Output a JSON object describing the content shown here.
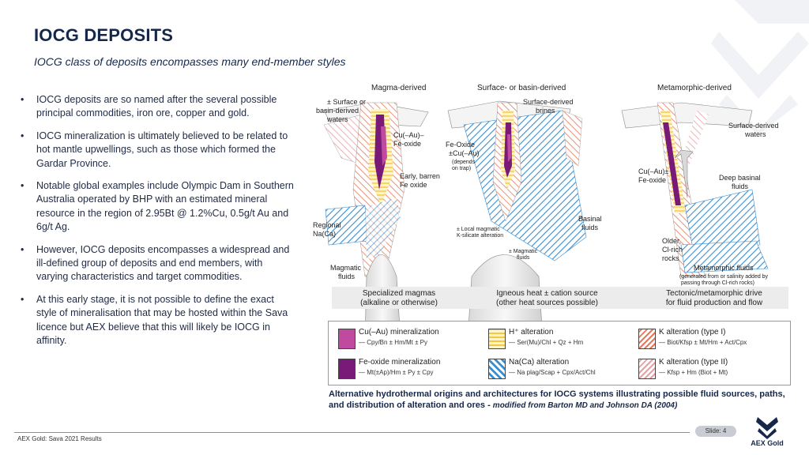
{
  "header": {
    "title": "IOCG DEPOSITS",
    "subtitle": "IOCG class of deposits encompasses many end-member styles"
  },
  "bullets": [
    "IOCG deposits are so named after the several possible principal commodities, iron ore, copper and gold.",
    "IOCG mineralization is ultimately believed to be related to hot mantle upwellings, such as those which formed the Gardar Province.",
    "Notable global examples include Olympic Dam in Southern Australia operated by BHP with an estimated mineral resource in the region of 2.95Bt @ 1.2%Cu, 0.5g/t Au and 6g/t Ag.",
    "However, IOCG deposits encompasses a widespread and ill-defined group of deposits and end members, with varying characteristics and target commodities.",
    "At this early stage, it is not possible to define the exact style of mineralisation that may be hosted within the Sava licence but AEX believe that this will likely be IOCG in affinity."
  ],
  "figure": {
    "panels": [
      {
        "title": "Magma-derived",
        "labels": [
          "± Surface or",
          "basin-derived",
          "waters",
          "Cu(–Au)–",
          "Fe-oxide",
          "Early, barren",
          "Fe oxide",
          "Regional",
          "Na(Ca)",
          "Magmatic",
          "fluids"
        ],
        "caption_lines": [
          "Specialized magmas",
          "(alkaline or otherwise)"
        ]
      },
      {
        "title": "Surface- or basin-derived",
        "labels": [
          "Surface-derived",
          "brines",
          "Fe-Oxide",
          "±Cu(–Au)",
          "(depends",
          "on trap)",
          "± Local magmatic",
          "K-silicate alteration",
          "± Magmatic",
          "fluids",
          "Basinal",
          "fluids"
        ],
        "caption_lines": [
          "Igneous heat ± cation source",
          "(other heat sources possible)"
        ]
      },
      {
        "title": "Metamorphic-derived",
        "labels": [
          "Surface-derived",
          "waters",
          "Cu(–Au)±",
          "Fe-oxide",
          "Deep basinal",
          "fluids",
          "Older,",
          "Cl-rich",
          "rocks",
          "Metamorphic fluids",
          "(generated from or salinity added by",
          "passing through Cl-rich rocks)"
        ],
        "caption_lines": [
          "Tectonic/metamorphic drive",
          "for fluid production and flow"
        ]
      }
    ]
  },
  "legend": [
    {
      "name": "Cu(–Au) mineralization",
      "desc": "— Cpy/Bn ± Hm/Mt ± Py",
      "swatch": "cu-au",
      "color": "#c04aa0"
    },
    {
      "name": "H⁺ alteration",
      "desc": "— Ser(Mu)/Chl + Qz + Hm",
      "swatch": "h-alteration",
      "color": "#f4c842"
    },
    {
      "name": "K alteration (type I)",
      "desc": "— Biot/Kfsp ± Mt/Hm + Act/Cpx",
      "swatch": "k-type1",
      "color": "#e8785a"
    },
    {
      "name": "Fe-oxide mineralization",
      "desc": "— Mt(±Ap)/Hm ± Py ± Cpy",
      "swatch": "fe-oxide",
      "color": "#7a1a78"
    },
    {
      "name": "Na(Ca) alteration",
      "desc": "— Na plag/Scap + Cpx/Act/Chl",
      "swatch": "na-ca",
      "color": "#3a8ed0"
    },
    {
      "name": "K alteration (type II)",
      "desc": "— Kfsp + Hm (Biot + Mt)",
      "swatch": "k-type2",
      "color": "#e7a0a6"
    }
  ],
  "figure_caption": {
    "main": "Alternative hydrothermal origins and architectures for IOCG systems illustrating possible fluid sources, paths, and distribution of alteration and ores - ",
    "credit": "modified from Barton MD and Johnson DA (2004)"
  },
  "footer": {
    "left_text": "AEX Gold: Sava 2021 Results",
    "slide_label": "Slide: 4",
    "logo_text": "AEX Gold"
  }
}
